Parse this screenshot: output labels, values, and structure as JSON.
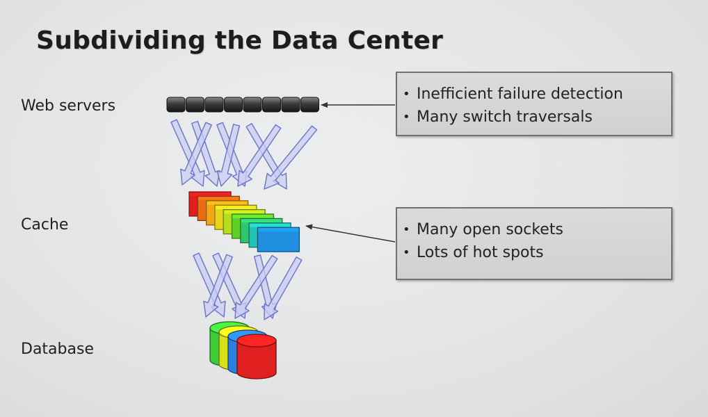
{
  "title": "Subdividing the Data Center",
  "rows": {
    "web": "Web servers",
    "cache": "Cache",
    "database": "Database"
  },
  "callouts": {
    "top": [
      "Inefficient failure detection",
      "Many switch traversals"
    ],
    "middle": [
      "Many open sockets",
      "Lots of hot spots"
    ]
  },
  "bullet": "•",
  "colors": {
    "cache_layers": [
      "#e21d1d",
      "#ee6a12",
      "#f3a515",
      "#e8d21b",
      "#b5dc1e",
      "#5fd02a",
      "#2fc56a",
      "#22c2b4",
      "#1f8fe0"
    ],
    "db_cylinders": [
      "#3dcc38",
      "#d8e01a",
      "#2a7fe0",
      "#e01f1f"
    ],
    "arrow": "#c8cdf2"
  }
}
